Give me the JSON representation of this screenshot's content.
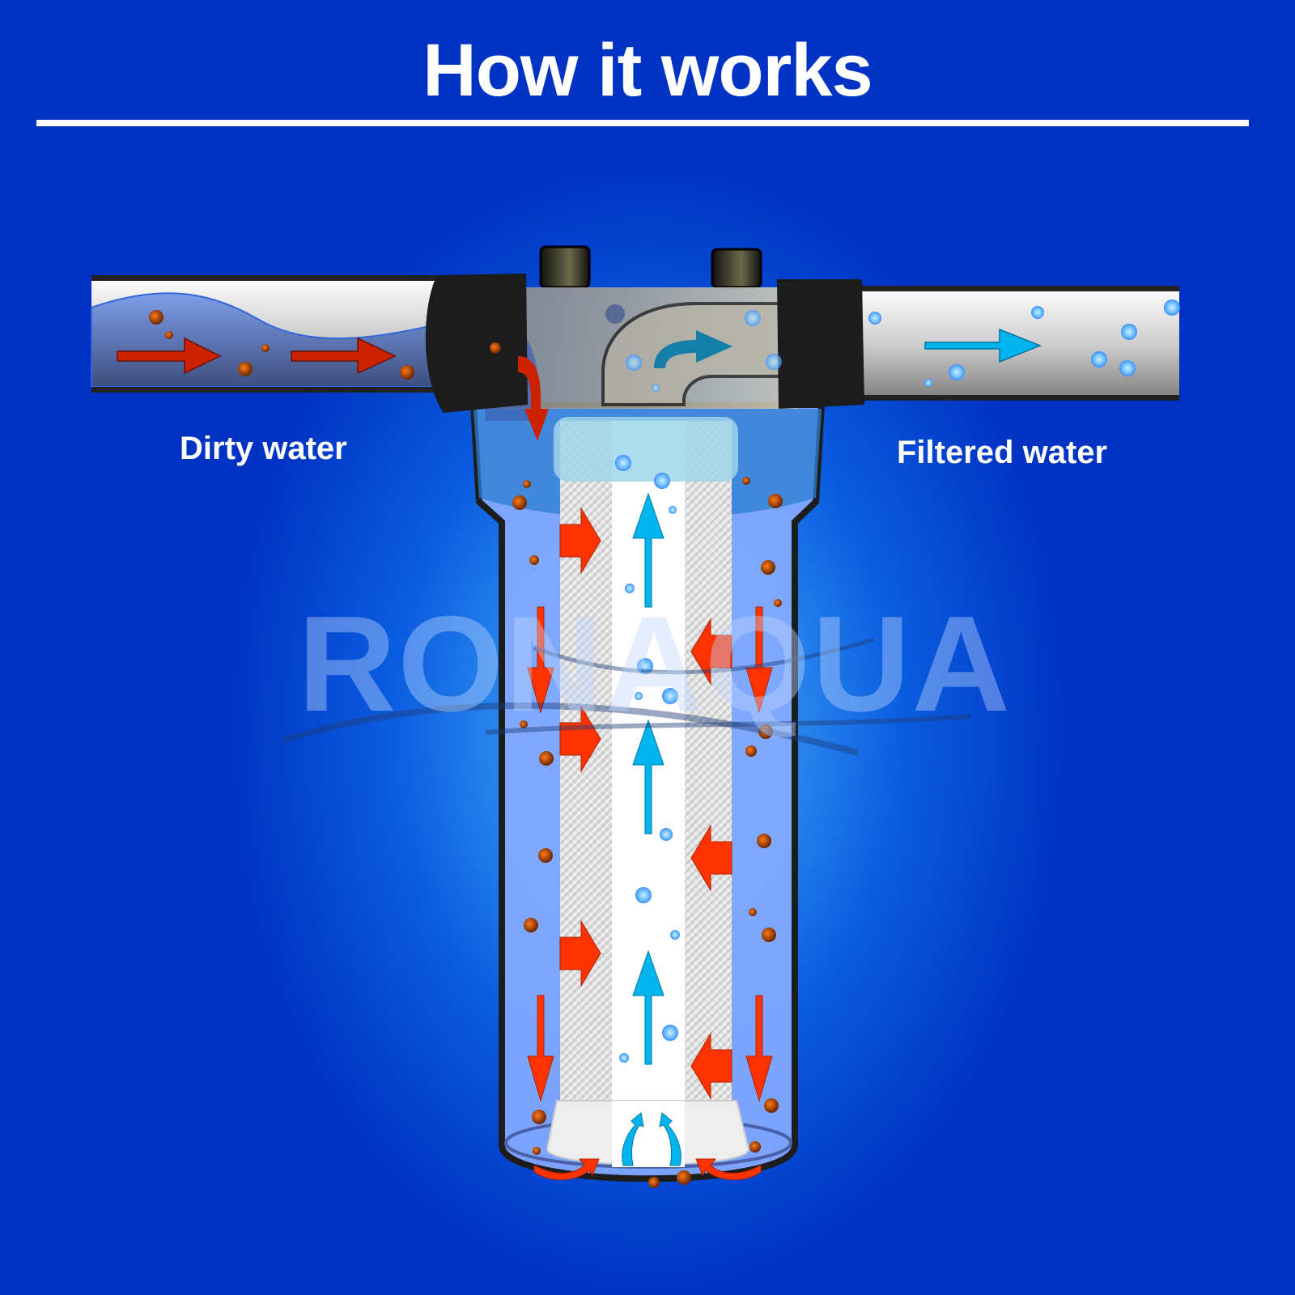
{
  "header": {
    "title": "How it works"
  },
  "labels": {
    "inlet": "Dirty water",
    "outlet": "Filtered water"
  },
  "watermark": {
    "text": "RONAQUA"
  },
  "colors": {
    "background": "#0b5ee0",
    "dirty_arrow": "#ff3300",
    "clean_arrow": "#00b4ee",
    "particle": "#b04a00",
    "bubble": "#7ec4ff"
  },
  "diagram": {
    "components": [
      "inlet-pipe",
      "filter-head",
      "filter-housing",
      "filter-cartridge",
      "outlet-pipe"
    ],
    "flow": [
      "dirty water enters inlet pipe",
      "flows down into housing",
      "passes inward through filter cartridge",
      "rises up central core",
      "exits through outlet pipe as filtered water"
    ]
  }
}
